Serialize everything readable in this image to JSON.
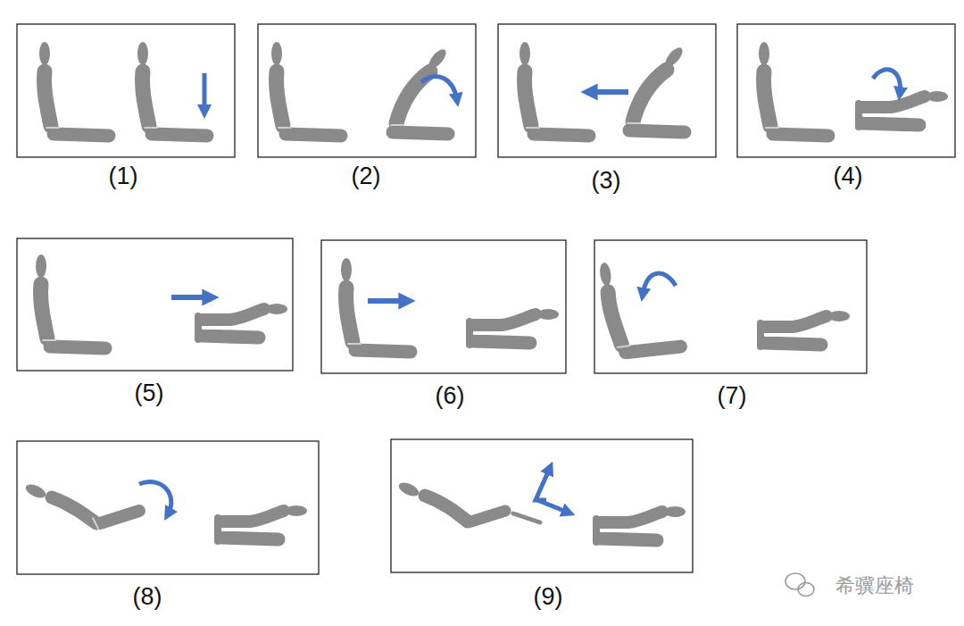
{
  "diagram": {
    "labels": [
      "(1)",
      "(2)",
      "(3)",
      "(4)",
      "(5)",
      "(6)",
      "(7)",
      "(8)",
      "(9)",
      "希骥座椅"
    ]
  }
}
